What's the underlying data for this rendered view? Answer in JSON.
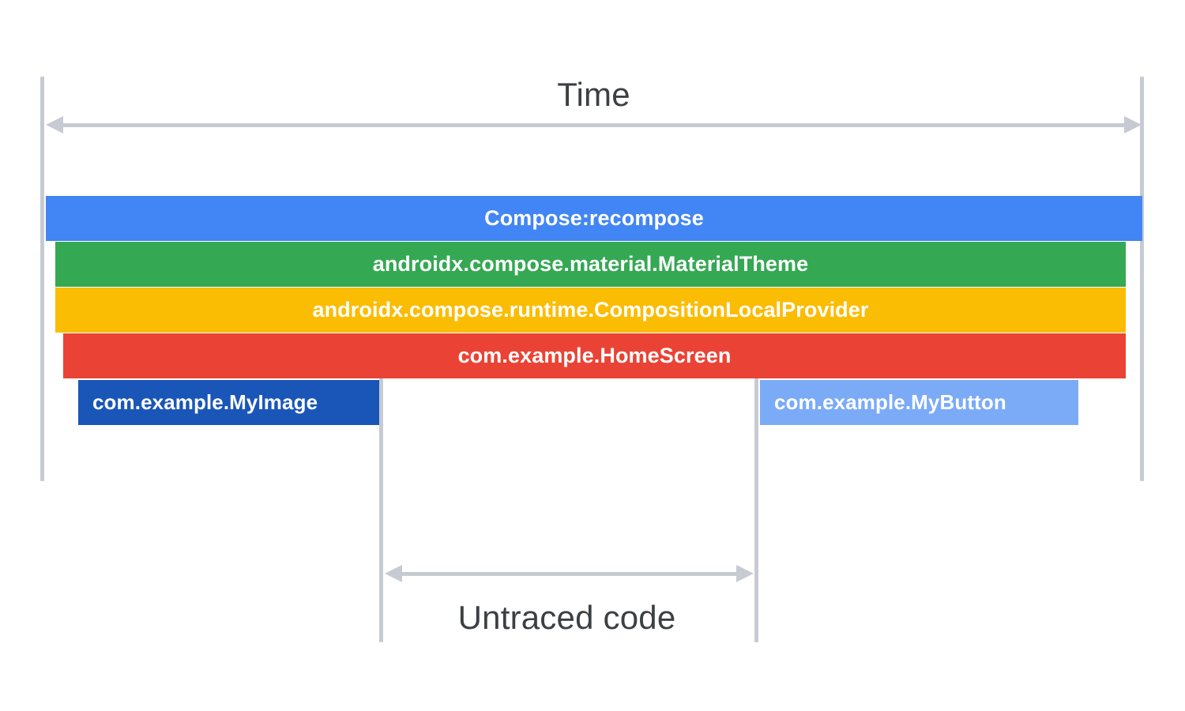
{
  "diagram": {
    "title_label": "Time",
    "untraced_label": "Untraced code",
    "colors": {
      "rule": "#c6cbd3",
      "caption_text": "#3c4043",
      "bar_text": "#ffffff",
      "compose_recompose": "#4285f4",
      "material_theme": "#34a853",
      "composition_local_provider": "#fbbc04",
      "home_screen": "#ea4335",
      "my_image": "#1a56b8",
      "my_button": "#7baaf7"
    },
    "bars": [
      {
        "id": "compose-recompose",
        "label": "Compose:recompose",
        "color": "#4285f4"
      },
      {
        "id": "material-theme",
        "label": "androidx.compose.material.MaterialTheme",
        "color": "#34a853"
      },
      {
        "id": "composition-local-provider",
        "label": "androidx.compose.runtime.CompositionLocalProvider",
        "color": "#fbbc04"
      },
      {
        "id": "home-screen",
        "label": "com.example.HomeScreen",
        "color": "#ea4335"
      },
      {
        "id": "my-image",
        "label": "com.example.MyImage",
        "color": "#1a56b8"
      },
      {
        "id": "my-button",
        "label": "com.example.MyButton",
        "color": "#7baaf7"
      }
    ]
  }
}
